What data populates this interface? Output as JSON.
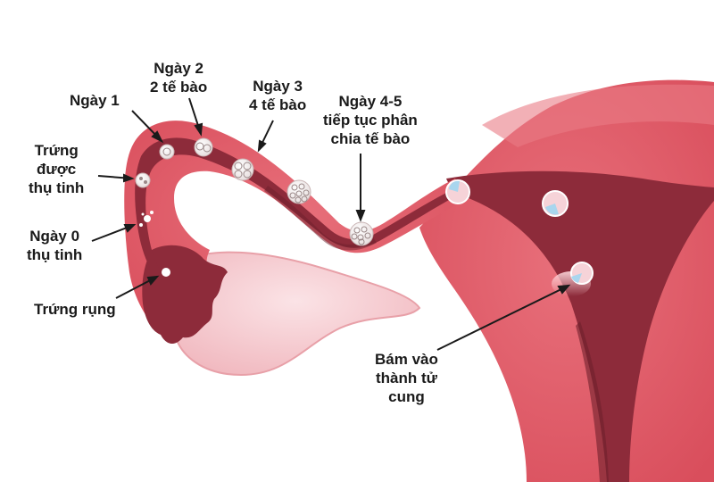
{
  "colors": {
    "tissue": "#df5a66",
    "tissue_light": "#f2a3ab",
    "lumen": "#8d2b3a",
    "ovary": "#f7c9cf",
    "line": "#1a1a1a"
  },
  "labels": {
    "day1": "Ngày 1",
    "day2": [
      "Ngày 2",
      "2 tế bào"
    ],
    "day3": [
      "Ngày 3",
      "4 tế bào"
    ],
    "day45": [
      "Ngày 4-5",
      "tiếp tục phân",
      "chia tế bào"
    ],
    "fertilized": [
      "Trứng",
      "được",
      "thụ tinh"
    ],
    "day0": [
      "Ngày 0",
      "thụ tinh"
    ],
    "ovulation": "Trứng rụng",
    "implant": [
      "Bám vào",
      "thành tử",
      "cung"
    ]
  }
}
